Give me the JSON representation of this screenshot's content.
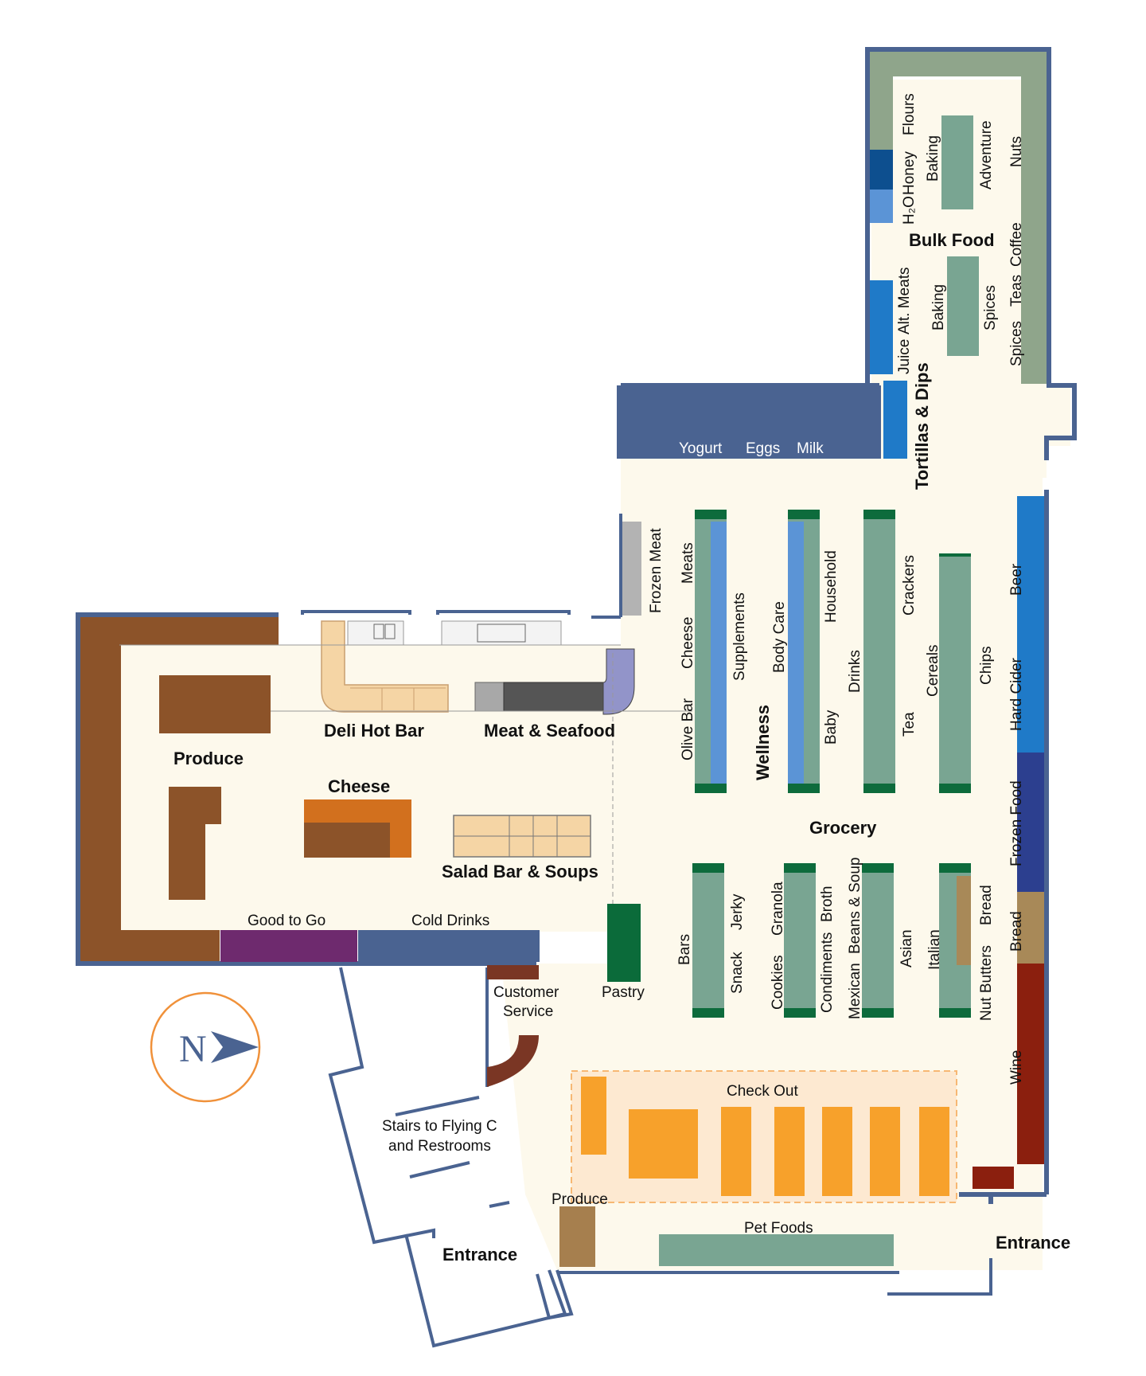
{
  "colors": {
    "floor": "#fdf9ec",
    "wall": "#4a6391",
    "brown": "#8c5329",
    "produce_tan": "#a67f4e",
    "shelf": "#79a592",
    "shelf_cap": "#0d6b3c",
    "blue": "#1f7ac8",
    "light_blue": "#5b94d6",
    "navy": "#2c3f8f",
    "dairy": "#4a6391",
    "purple": "#6e2a6e",
    "wine": "#8b1f0e",
    "bread": "#a88958",
    "orange": "#f7a12b",
    "checkout_area": "#fde9d1",
    "pastry": "#0b6b3a",
    "bulk_border": "#8fa58b",
    "deli": "#f5d5a5",
    "cheese_orange": "#d2701e",
    "compass": "#f0913a"
  },
  "compass": {
    "icon": "north-arrow-icon",
    "letter": "N"
  },
  "areas": {
    "produce": "Produce",
    "cheese": "Cheese",
    "deli_hot_bar": "Deli Hot Bar",
    "meat_seafood": "Meat & Seafood",
    "salad_bar_soups": "Salad Bar & Soups",
    "good_to_go": "Good to Go",
    "cold_drinks": "Cold Drinks",
    "customer_service_1": "Customer",
    "customer_service_2": "Service",
    "pastry": "Pastry",
    "stairs_1": "Stairs to Flying C",
    "stairs_2": "and Restrooms",
    "entrance_left": "Entrance",
    "entrance_right": "Entrance",
    "produce_small": "Produce",
    "pet_foods": "Pet Foods",
    "check_out": "Check Out",
    "grocery": "Grocery",
    "wellness": "Wellness",
    "bulk_food": "Bulk Food",
    "tortillas_dips": "Tortillas & Dips"
  },
  "dairy_wall": {
    "yogurt": "Yogurt",
    "eggs": "Eggs",
    "milk": "Milk"
  },
  "bulk_labels": {
    "flours": "Flours",
    "honey": "Honey",
    "h2o": "H₂O",
    "baking_1": "Baking",
    "adventure": "Adventure",
    "nuts": "Nuts",
    "juice": "Juice",
    "alt_meats": "Alt. Meats",
    "baking_2": "Baking",
    "spices_1": "Spices",
    "teas": "Teas",
    "coffee": "Coffee",
    "spices_2": "Spices"
  },
  "aisle_labels": {
    "frozen_meat": "Frozen Meat",
    "meats": "Meats",
    "cheese": "Cheese",
    "olive_bar": "Olive Bar",
    "supplements": "Supplements",
    "body_care": "Body Care",
    "baby": "Baby",
    "household": "Household",
    "drinks": "Drinks",
    "crackers": "Crackers",
    "tea": "Tea",
    "cereals": "Cereals",
    "chips": "Chips",
    "beer": "Beer",
    "hard_cider": "Hard Cider",
    "frozen_food": "Frozen Food",
    "bread_wall": "Bread",
    "wine": "Wine",
    "bars": "Bars",
    "jerky": "Jerky",
    "snack": "Snack",
    "granola": "Granola",
    "cookies": "Cookies",
    "broth": "Broth",
    "condiments": "Condiments",
    "beans_soup": "Beans & Soup",
    "mexican": "Mexican",
    "asian": "Asian",
    "italian": "Italian",
    "bread_aisle": "Bread",
    "nut_butters": "Nut Butters"
  }
}
